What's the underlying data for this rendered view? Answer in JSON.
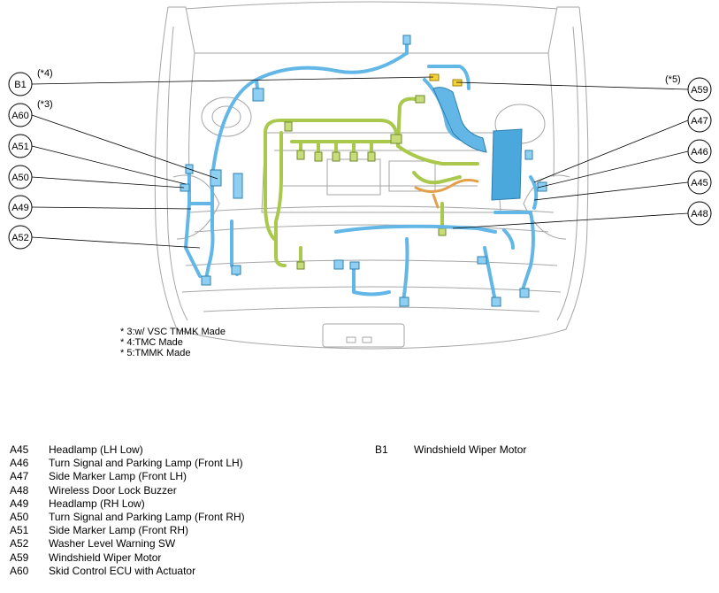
{
  "callouts": {
    "B1": "B1",
    "A60": "A60",
    "A51": "A51",
    "A50": "A50",
    "A49": "A49",
    "A52": "A52",
    "A59": "A59",
    "A47": "A47",
    "A46": "A46",
    "A45": "A45",
    "A48": "A48"
  },
  "markers": {
    "m4": "(*4)",
    "m3": "(*3)",
    "m5": "(*5)"
  },
  "notes": [
    "* 3:w/ VSC TMMK Made",
    "* 4:TMC Made",
    "* 5:TMMK Made"
  ],
  "legend_left": [
    {
      "code": "A45",
      "name": "Headlamp (LH Low)"
    },
    {
      "code": "A46",
      "name": "Turn Signal and Parking Lamp (Front LH)"
    },
    {
      "code": "A47",
      "name": "Side Marker Lamp (Front LH)"
    },
    {
      "code": "A48",
      "name": "Wireless Door Lock Buzzer"
    },
    {
      "code": "A49",
      "name": "Headlamp (RH Low)"
    },
    {
      "code": "A50",
      "name": "Turn Signal and Parking Lamp (Front RH)"
    },
    {
      "code": "A51",
      "name": "Side Marker Lamp (Front RH)"
    },
    {
      "code": "A52",
      "name": "Washer Level Warning SW"
    },
    {
      "code": "A59",
      "name": "Windshield Wiper Motor"
    },
    {
      "code": "A60",
      "name": "Skid Control ECU with Actuator"
    }
  ],
  "legend_right": [
    {
      "code": "B1",
      "name": "Windshield Wiper Motor"
    }
  ],
  "colors": {
    "harness_blue": "#63b7e6",
    "harness_green": "#a9c84c",
    "harness_orange": "#e3a048",
    "connector_yellow": "#f3d23a",
    "ecu_blue": "#4aa8dd",
    "outline": "#9a9a9a"
  }
}
